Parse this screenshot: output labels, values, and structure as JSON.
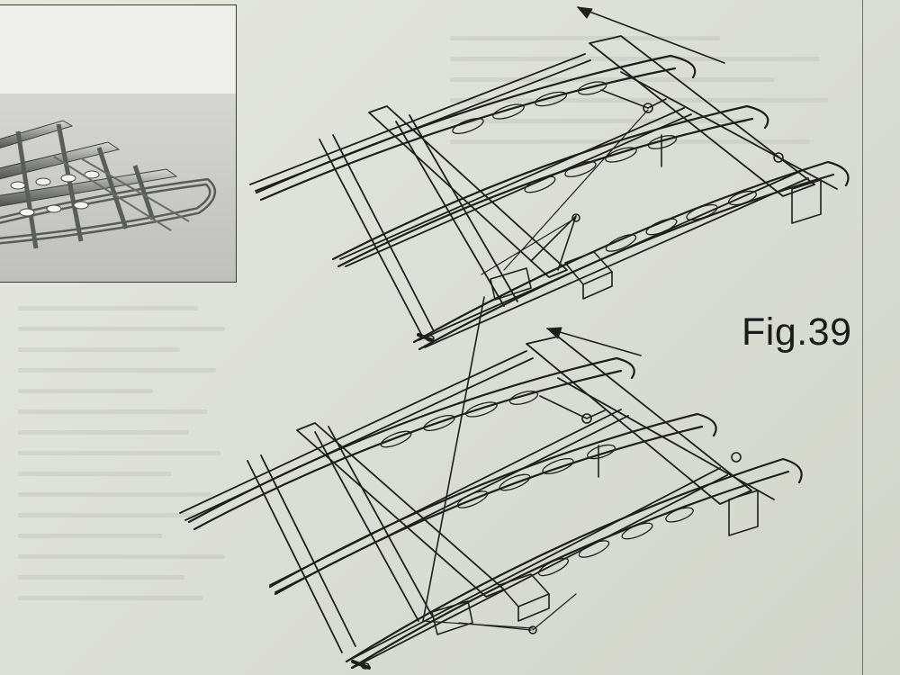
{
  "figure": {
    "label": "Fig.39"
  },
  "photo": {
    "subject": "wing-rib-framework-photo"
  },
  "diagram": {
    "views": [
      "upper-assembly-view",
      "lower-assembly-view"
    ]
  },
  "colors": {
    "paper": "#e2e4dc",
    "ink": "#1e1f1c"
  }
}
